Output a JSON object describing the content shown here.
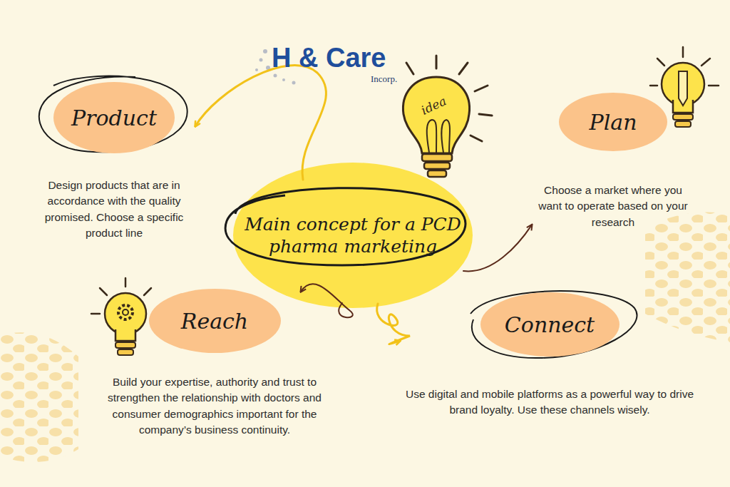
{
  "diagram": {
    "nodes": [
      {
        "text": [
          "Main concept for a PCD pharma marketing"
        ]
      },
      {
        "text": [
          "Product",
          "Design products that are in accordance with the quality promised. Choose a specific product line"
        ]
      },
      {
        "text": [
          "Plan",
          "Choose a market where you want to operate based on your research"
        ]
      },
      {
        "text": [
          "Reach",
          "Build your expertise, authority and trust to strengthen the relationship with doctors and consumer demographics important for the company’s business continuity."
        ]
      },
      {
        "text": [
          "Connect",
          "Use digital and mobile platforms as a powerful way to drive brand loyalty. Use these channels wisely."
        ]
      }
    ],
    "edges": [
      {
        "from": 0,
        "to": 1,
        "arrow": "to"
      },
      {
        "from": 0,
        "to": 2,
        "arrow": "to"
      },
      {
        "from": 0,
        "to": 3,
        "arrow": "to"
      },
      {
        "from": 0,
        "to": 4,
        "arrow": "to"
      }
    ],
    "labels": [
      "H & Care",
      "Incorp.",
      "idea"
    ]
  }
}
